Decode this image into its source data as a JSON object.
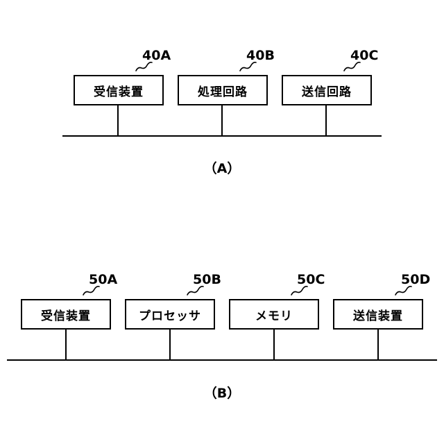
{
  "figure_a": {
    "blocks": [
      {
        "ref": "40A",
        "label": "受信装置"
      },
      {
        "ref": "40B",
        "label": "処理回路"
      },
      {
        "ref": "40C",
        "label": "送信回路"
      }
    ],
    "caption": "（A）"
  },
  "figure_b": {
    "blocks": [
      {
        "ref": "50A",
        "label": "受信装置"
      },
      {
        "ref": "50B",
        "label": "プロセッサ"
      },
      {
        "ref": "50C",
        "label": "メモリ"
      },
      {
        "ref": "50D",
        "label": "送信装置"
      }
    ],
    "caption": "（B）"
  }
}
